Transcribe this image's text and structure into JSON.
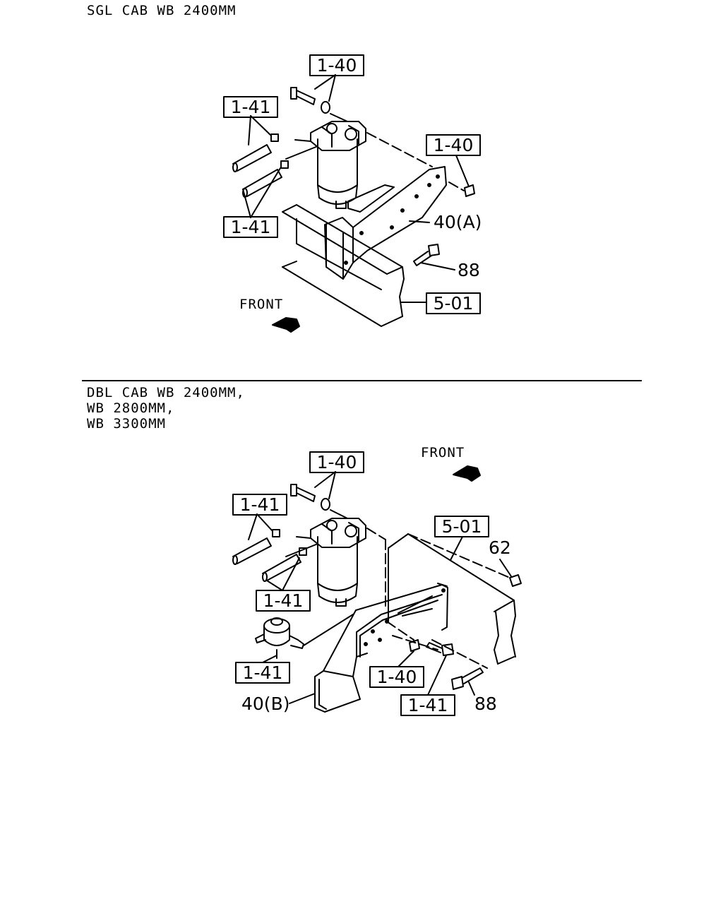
{
  "header_top": "SGL CAB WB 2400MM",
  "header_bottom": [
    "DBL CAB WB 2400MM,",
    "WB 2800MM,",
    "WB 3300MM"
  ],
  "top": {
    "front": "FRONT",
    "callouts": [
      "1-40",
      "1-41",
      "1-40",
      "1-41",
      "40(A)",
      "88",
      "5-01"
    ]
  },
  "bottom": {
    "front": "FRONT",
    "callouts": [
      "1-40",
      "1-41",
      "5-01",
      "62",
      "1-41",
      "1-41",
      "1-40",
      "1-41",
      "88",
      "40(B)"
    ]
  }
}
